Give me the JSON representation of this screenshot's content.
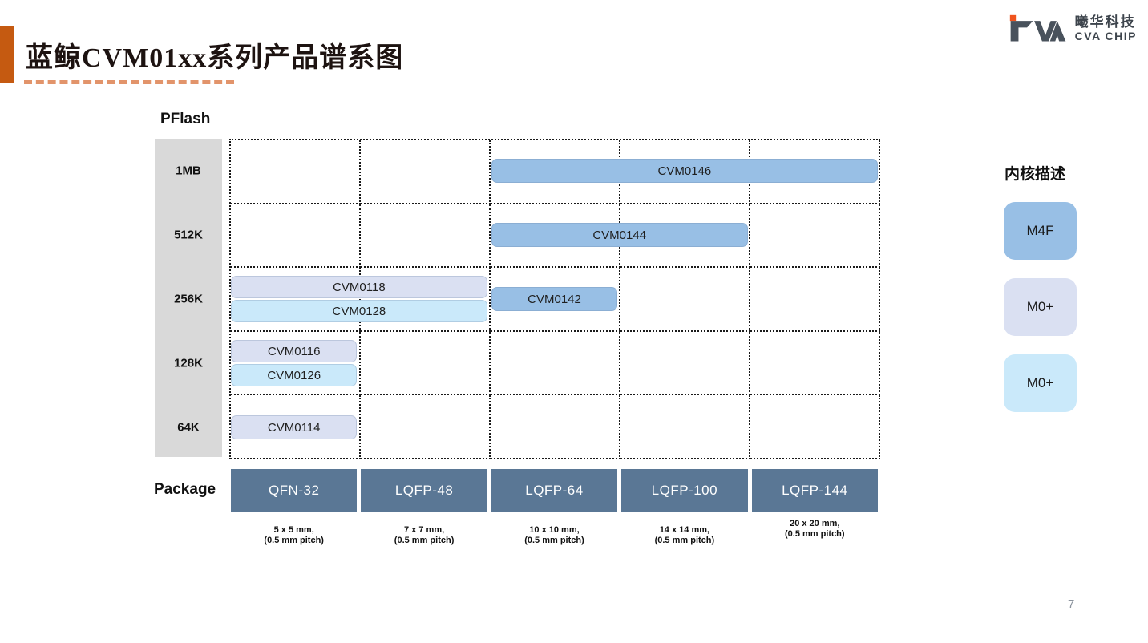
{
  "slide": {
    "title": "蓝鲸CVM01xx系列产品谱系图",
    "page_number": "7"
  },
  "logo": {
    "company_cn": "曦华科技",
    "company_en": "CVA CHIP"
  },
  "chart_data": {
    "type": "product-matrix",
    "y_axis_label": "PFlash",
    "x_axis_label": "Package",
    "rows": [
      "1MB",
      "512K",
      "256K",
      "128K",
      "64K"
    ],
    "columns": [
      {
        "package": "QFN-32",
        "dim_line1": "5 x 5 mm,",
        "dim_line2": "(0.5 mm pitch)"
      },
      {
        "package": "LQFP-48",
        "dim_line1": "7 x 7 mm,",
        "dim_line2": "(0.5 mm pitch)"
      },
      {
        "package": "LQFP-64",
        "dim_line1": "10 x 10 mm,",
        "dim_line2": "(0.5 mm pitch)"
      },
      {
        "package": "LQFP-100",
        "dim_line1": "14 x 14 mm,",
        "dim_line2": "(0.5 mm pitch)"
      },
      {
        "package": "LQFP-144",
        "dim_line1": "20 x 20 mm,",
        "dim_line2": "(0.5 mm pitch)"
      }
    ],
    "products": [
      {
        "name": "CVM0146",
        "flash": "1MB",
        "row": 0,
        "col_start": 2,
        "col_end": 4,
        "core": "M4F",
        "slot": "center",
        "color": "#98BFE5"
      },
      {
        "name": "CVM0144",
        "flash": "512K",
        "row": 1,
        "col_start": 2,
        "col_end": 3,
        "core": "M4F",
        "slot": "center",
        "color": "#98BFE5"
      },
      {
        "name": "CVM0118",
        "flash": "256K",
        "row": 2,
        "col_start": 0,
        "col_end": 1,
        "core": "M0+",
        "slot": "top",
        "color": "#DAE0F2"
      },
      {
        "name": "CVM0128",
        "flash": "256K",
        "row": 2,
        "col_start": 0,
        "col_end": 1,
        "core": "M0+",
        "slot": "bottom",
        "color": "#CAE9FA"
      },
      {
        "name": "CVM0142",
        "flash": "256K",
        "row": 2,
        "col_start": 2,
        "col_end": 2,
        "core": "M4F",
        "slot": "center",
        "color": "#98BFE5"
      },
      {
        "name": "CVM0116",
        "flash": "128K",
        "row": 3,
        "col_start": 0,
        "col_end": 0,
        "core": "M0+",
        "slot": "top",
        "color": "#DAE0F2"
      },
      {
        "name": "CVM0126",
        "flash": "128K",
        "row": 3,
        "col_start": 0,
        "col_end": 0,
        "core": "M0+",
        "slot": "bottom",
        "color": "#CAE9FA"
      },
      {
        "name": "CVM0114",
        "flash": "64K",
        "row": 4,
        "col_start": 0,
        "col_end": 0,
        "core": "M0+",
        "slot": "center",
        "color": "#DAE0F2"
      }
    ]
  },
  "legend": {
    "title": "内核描述",
    "items": [
      {
        "label": "M4F",
        "color": "#98BFE5"
      },
      {
        "label": "M0+",
        "color": "#DAE0F2"
      },
      {
        "label": "M0+",
        "color": "#CAE9FA"
      }
    ]
  },
  "colors": {
    "accent_orange": "#C55A11",
    "dash_orange": "#E2946B",
    "package_header": "#5A7795",
    "flash_axis_bg": "#D9D9D9",
    "logo_dark": "#49525C",
    "logo_orange": "#F0541E"
  }
}
